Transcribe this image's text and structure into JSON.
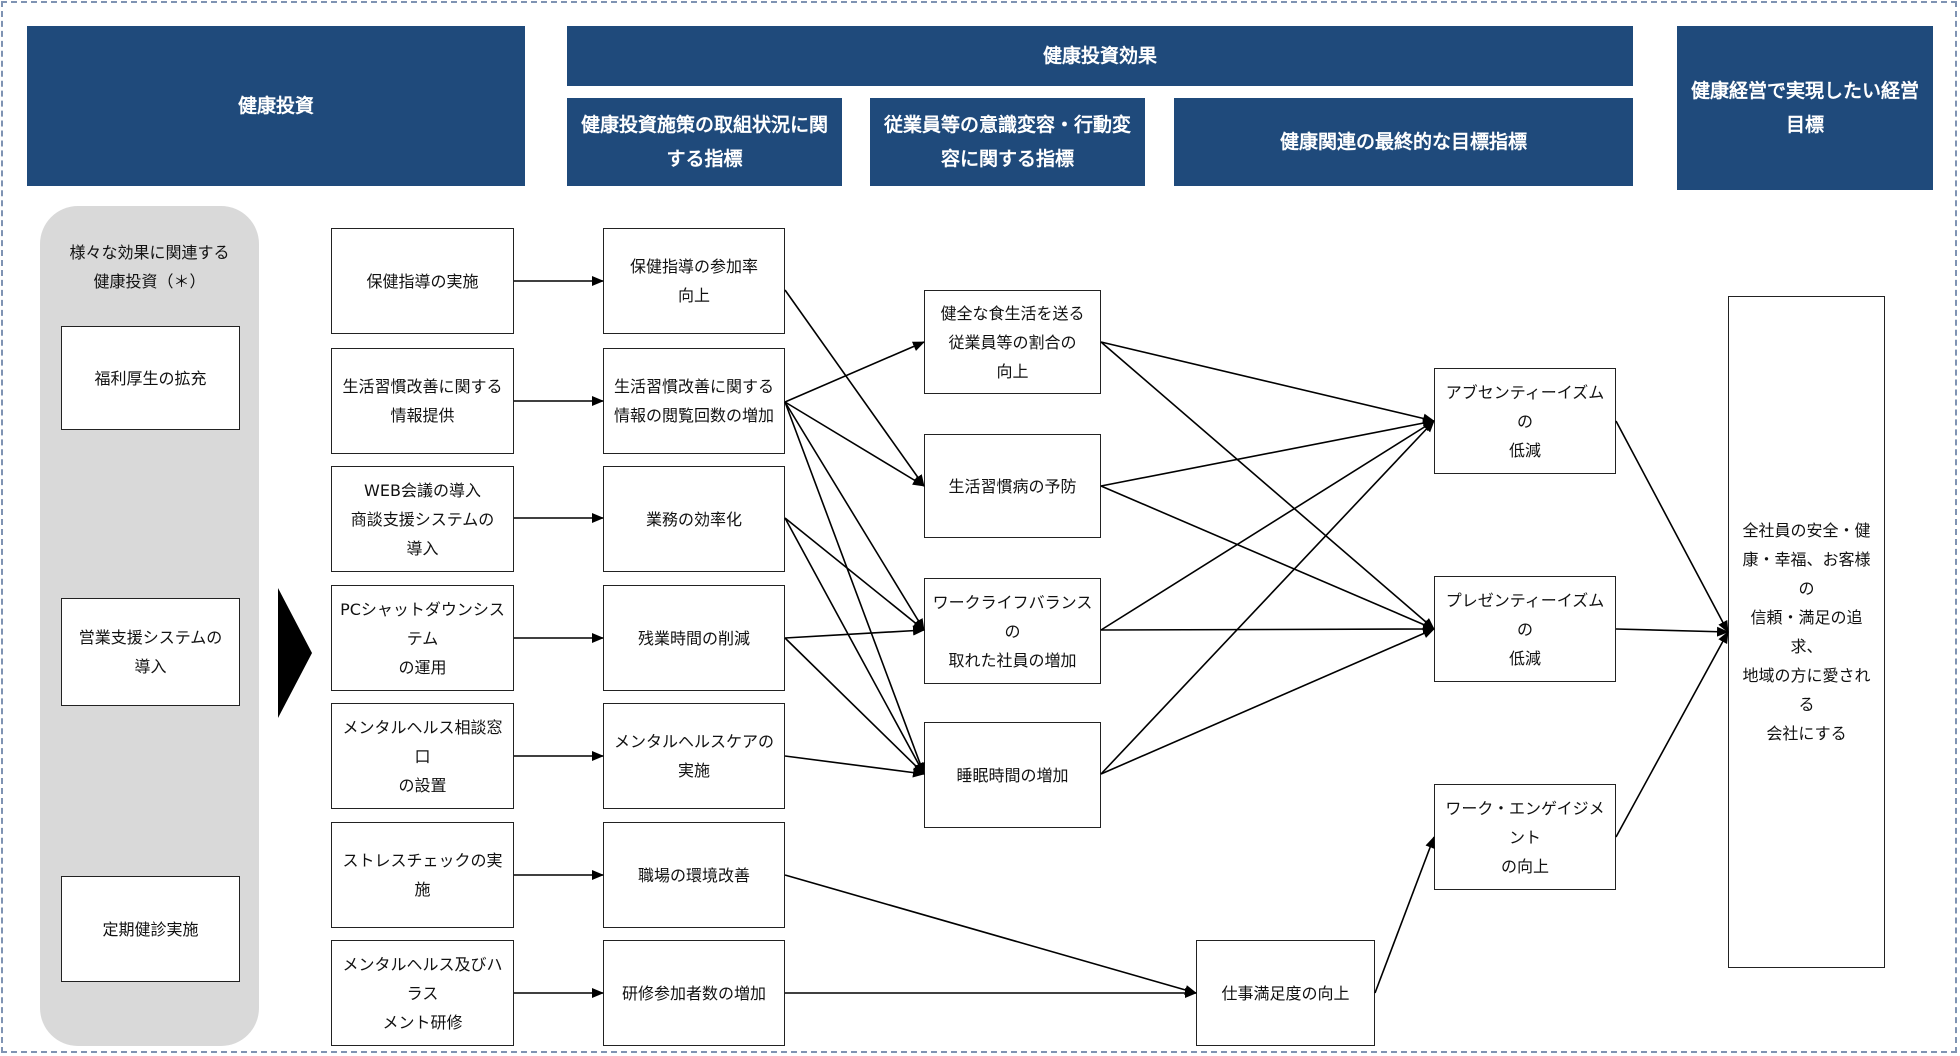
{
  "headers": {
    "investment": "健康投資",
    "effect": "健康投資効果",
    "indicator_measures": "健康投資施策の取組状況に関\nする指標",
    "indicator_behavior": "従業員等の意識変容・行動変\n容に関する指標",
    "indicator_final": "健康関連の最終的な目標指標",
    "goal": "健康経営で実現したい経営\n目標"
  },
  "side_panel": {
    "caption": "様々な効果に関連する\n健康投資（＊）",
    "items": [
      "福利厚生の拡充",
      "営業支援システムの\n導入",
      "定期健診実施"
    ]
  },
  "investments": [
    "保健指導の実施",
    "生活習慣改善に関する\n情報提供",
    "WEB会議の導入\n商談支援システムの\n導入",
    "PCシャットダウンシステム\nの運用",
    "メンタルヘルス相談窓口\nの設置",
    "ストレスチェックの実施",
    "メンタルヘルス及びハラス\nメント研修"
  ],
  "measure_indicators": [
    "保健指導の参加率\n向上",
    "生活習慣改善に関する\n情報の閲覧回数の増加",
    "業務の効率化",
    "残業時間の削減",
    "メンタルヘルスケアの\n実施",
    "職場の環境改善",
    "研修参加者数の増加"
  ],
  "behavior_indicators": [
    "健全な食生活を送る\n従業員等の割合の\n向上",
    "生活習慣病の予防",
    "ワークライフバランスの\n取れた社員の増加",
    "睡眠時間の増加",
    "仕事満足度の向上"
  ],
  "final_indicators": [
    "アブセンティーイズムの\n低減",
    "プレゼンティーイズムの\n低減",
    "ワーク・エンゲイジメント\nの向上"
  ],
  "goal_text": "全社員の安全・健\n康・幸福、お客様の\n信頼・満足の追求、\n地域の方に愛される\n会社にする"
}
